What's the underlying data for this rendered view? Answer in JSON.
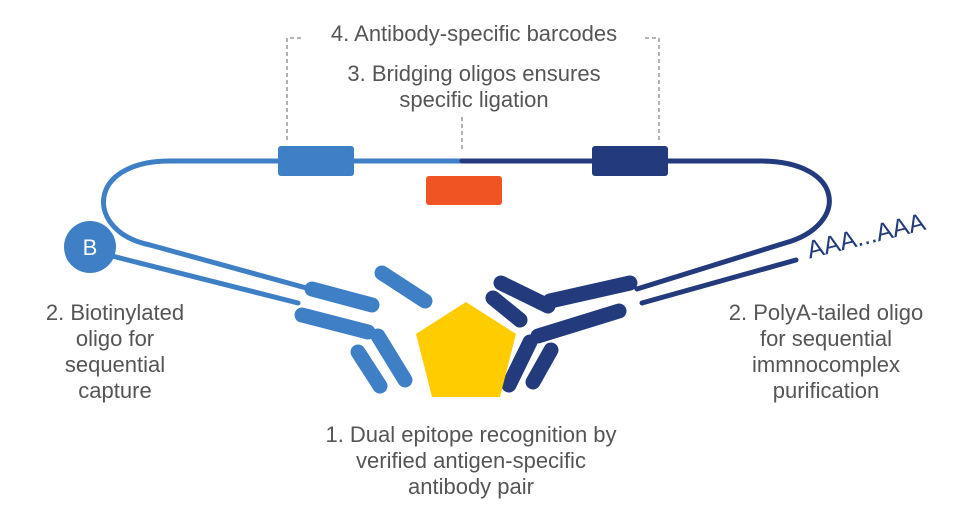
{
  "colors": {
    "light_blue": "#3f7fc6",
    "dark_blue": "#233a7d",
    "orange": "#f05423",
    "yellow": "#ffcc00",
    "text_gray": "#555555",
    "bracket_gray": "#888888"
  },
  "labels": {
    "barcodes": "4. Antibody-specific barcodes",
    "bridging": [
      "3. Bridging oligos ensures",
      "specific ligation"
    ],
    "biotin": [
      "2. Biotinylated",
      "oligo for",
      "sequential",
      "capture"
    ],
    "polya_oligo": [
      "2. PolyA-tailed oligo",
      "for sequential",
      "immnocomplex",
      "purification"
    ],
    "epitope": [
      "1. Dual epitope recognition by",
      "verified antigen-specific",
      "antibody pair"
    ],
    "polya_tail": "AAA...AAA",
    "biotin_marker": "B"
  },
  "icons": {
    "biotin": "biotin-marker-icon",
    "antigen": "pentagon-antigen-icon",
    "left_antibody": "antibody-light-blue-icon",
    "right_antibody": "antibody-dark-blue-icon"
  }
}
